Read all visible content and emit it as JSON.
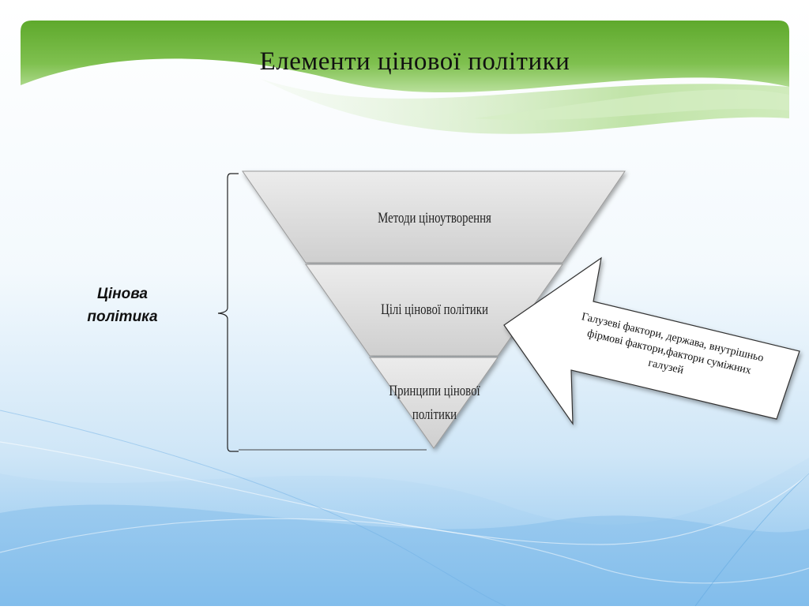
{
  "slide": {
    "title": "Елементи цінової політики",
    "side_label_line1": "Цінова",
    "side_label_line2": "політика"
  },
  "pyramid": {
    "tiers": [
      {
        "label": "Методи ціноутворення"
      },
      {
        "label": "Цілі цінової політики"
      },
      {
        "label_line1": "Принципи цінової",
        "label_line2": "політики"
      }
    ]
  },
  "callout": {
    "line1": "Галузеві фактори, держава, внутрішньо",
    "line2": "фірмові фактори,фактори  суміжних",
    "line3": "галузей"
  },
  "colors": {
    "banner_green": "#6fb43f",
    "banner_light": "#a9d88a",
    "tier_fill": "#d9d9d9",
    "background_blue": "#9dcdf0"
  }
}
